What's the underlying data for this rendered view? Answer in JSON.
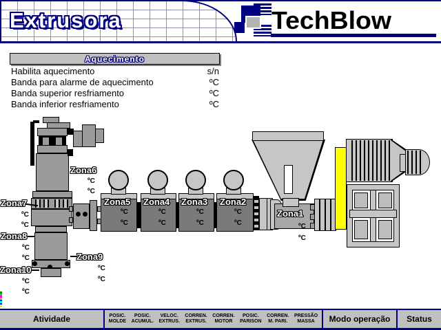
{
  "header": {
    "title": "Extrusora",
    "logo_text": "TechBlow"
  },
  "heating_panel": {
    "title": "Aquecimento",
    "rows": [
      {
        "label": "Habilita aquecimento",
        "value": "s/n"
      },
      {
        "label": "Banda para alarme de aquecimento",
        "value": "ºC"
      },
      {
        "label": "Banda superior resfriamento",
        "value": "ºC"
      },
      {
        "label": "Banda inferior resfriamento",
        "value": "ºC"
      }
    ]
  },
  "machine": {
    "zones": [
      {
        "label": "Zona1",
        "temp1": "ºC",
        "temp2": "ºC"
      },
      {
        "label": "Zona2",
        "temp1": "ºC",
        "temp2": "ºC"
      },
      {
        "label": "Zona3",
        "temp1": "ºC",
        "temp2": "ºC"
      },
      {
        "label": "Zona4",
        "temp1": "ºC",
        "temp2": "ºC"
      },
      {
        "label": "Zona5",
        "temp1": "ºC",
        "temp2": "ºC"
      },
      {
        "label": "Zona6",
        "temp1": "ºC",
        "temp2": "ºC"
      },
      {
        "label": "Zona7",
        "temp1": "ºC",
        "temp2": "ºC"
      },
      {
        "label": "Zona8",
        "temp1": "ºC",
        "temp2": "ºC"
      },
      {
        "label": "Zona9",
        "temp1": "ºC",
        "temp2": "ºC"
      },
      {
        "label": "Zona10",
        "temp1": "ºC",
        "temp2": "ºC"
      }
    ]
  },
  "footer": {
    "activity": "Atividade",
    "columns": [
      {
        "line1": "POSIC.",
        "line2": "MOLDE"
      },
      {
        "line1": "POSIC.",
        "line2": "ACUMUL."
      },
      {
        "line1": "VELOC.",
        "line2": "EXTRUS."
      },
      {
        "line1": "CORREN.",
        "line2": "EXTRUS."
      },
      {
        "line1": "CORREN.",
        "line2": "MOTOR"
      },
      {
        "line1": "POSIC.",
        "line2": "PARISON"
      },
      {
        "line1": "CORREN.",
        "line2": "M. PARI."
      },
      {
        "line1": "PRESSÃO",
        "line2": "MASSA"
      }
    ],
    "mode": "Modo operação",
    "status": "Status"
  },
  "colors": {
    "navy": "#000080",
    "machine_gray": "#9a9a9a",
    "zone_gray": "#7a7a7a",
    "light_gray": "#c6c6c6",
    "belt_yellow": "#ffff00",
    "bar_gray": "#c0c0c0"
  }
}
